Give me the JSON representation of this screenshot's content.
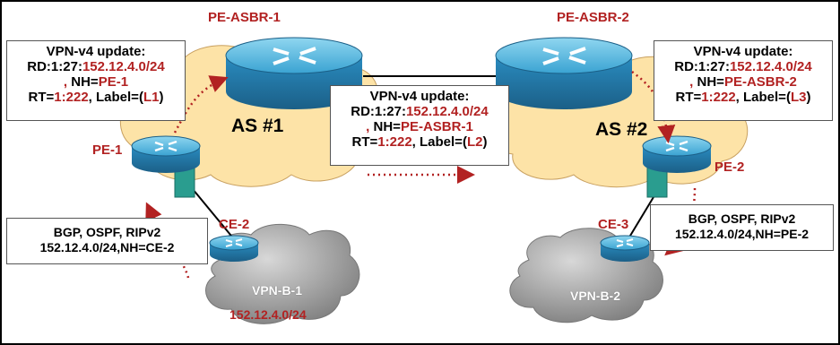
{
  "colors": {
    "accent": "#b22222",
    "cloud": "#fde3a7",
    "router": "#2b83b4",
    "router_top": "#5cc0e6",
    "vpn_cloud": "#9a9a9a",
    "link": "#008080"
  },
  "nodes": {
    "pe_asbr_1": "PE-ASBR-1",
    "pe_asbr_2": "PE-ASBR-2",
    "pe_1": "PE-1",
    "pe_2": "PE-2",
    "ce_2": "CE-2",
    "ce_3": "CE-3"
  },
  "clouds": {
    "as_1": "AS #1",
    "as_2": "AS #2",
    "vpn_b_1": "VPN-B-1",
    "vpn_b_1_prefix": "152.12.4.0/24",
    "vpn_b_2": "VPN-B-2"
  },
  "box_left": {
    "title": "VPN-v4 update:",
    "rd_prefix": "RD:1:27:",
    "rd_value": "152.12.4.0/24",
    "nh_sep": ", ",
    "nh_prefix": "NH=",
    "nh_value": "PE-1",
    "rt_prefix": "RT=",
    "rt_value": "1:222",
    "label_prefix": ", Label=(",
    "label_value": "L1",
    "label_suffix": ")"
  },
  "box_middle": {
    "title": "VPN-v4 update:",
    "rd_prefix": "RD:1:27:",
    "rd_value": "152.12.4.0/24",
    "nh_sep": ", ",
    "nh_prefix": "NH=",
    "nh_value": "PE-ASBR-1",
    "rt_prefix": "RT=",
    "rt_value": "1:222",
    "label_prefix": ", Label=(",
    "label_value": "L2",
    "label_suffix": ")"
  },
  "box_right": {
    "title": "VPN-v4 update:",
    "rd_prefix": "RD:1:27:",
    "rd_value": "152.12.4.0/24",
    "nh_sep": ", ",
    "nh_prefix": "NH=",
    "nh_value": "PE-ASBR-2",
    "rt_prefix": "RT=",
    "rt_value": "1:222",
    "label_prefix": ", Label=(",
    "label_value": "L3",
    "label_suffix": ")"
  },
  "box_bgp_left": {
    "line1": "BGP, OSPF, RIPv2",
    "line2": "152.12.4.0/24,NH=CE-2"
  },
  "box_bgp_right": {
    "line1": "BGP, OSPF, RIPv2",
    "line2": "152.12.4.0/24,NH=PE-2"
  }
}
